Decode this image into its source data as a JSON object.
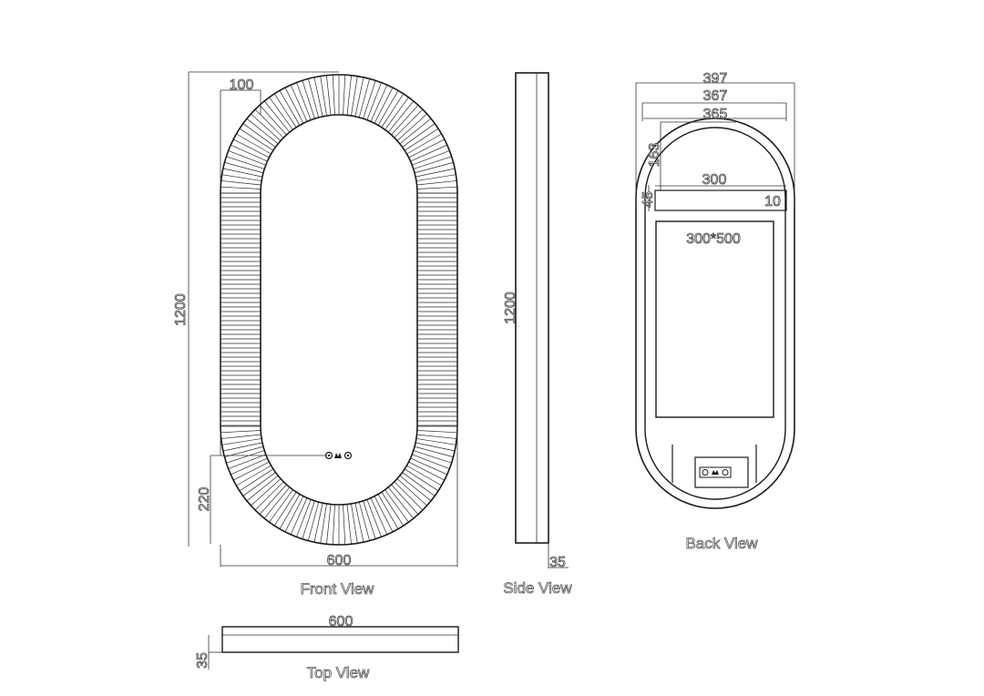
{
  "front_view": {
    "label": "Front View",
    "dim_width": "600",
    "dim_height": "1200",
    "dim_frame": "100",
    "dim_bottom": "220"
  },
  "side_view": {
    "label": "Side View",
    "dim_height": "1200",
    "dim_depth": "35"
  },
  "back_view": {
    "label": "Back View",
    "dim_outer": "397",
    "dim_mid": "367",
    "dim_inner": "365",
    "dim_bracket": "300",
    "dim_top_offset": "163",
    "dim_bracket_h": "45",
    "dim_bracket_gap": "10",
    "dim_box": "300*500"
  },
  "top_view": {
    "label": "Top View",
    "dim_width": "600",
    "dim_depth": "35"
  },
  "colors": {
    "line": "#1a1a1a",
    "text_outline": "#444444"
  }
}
